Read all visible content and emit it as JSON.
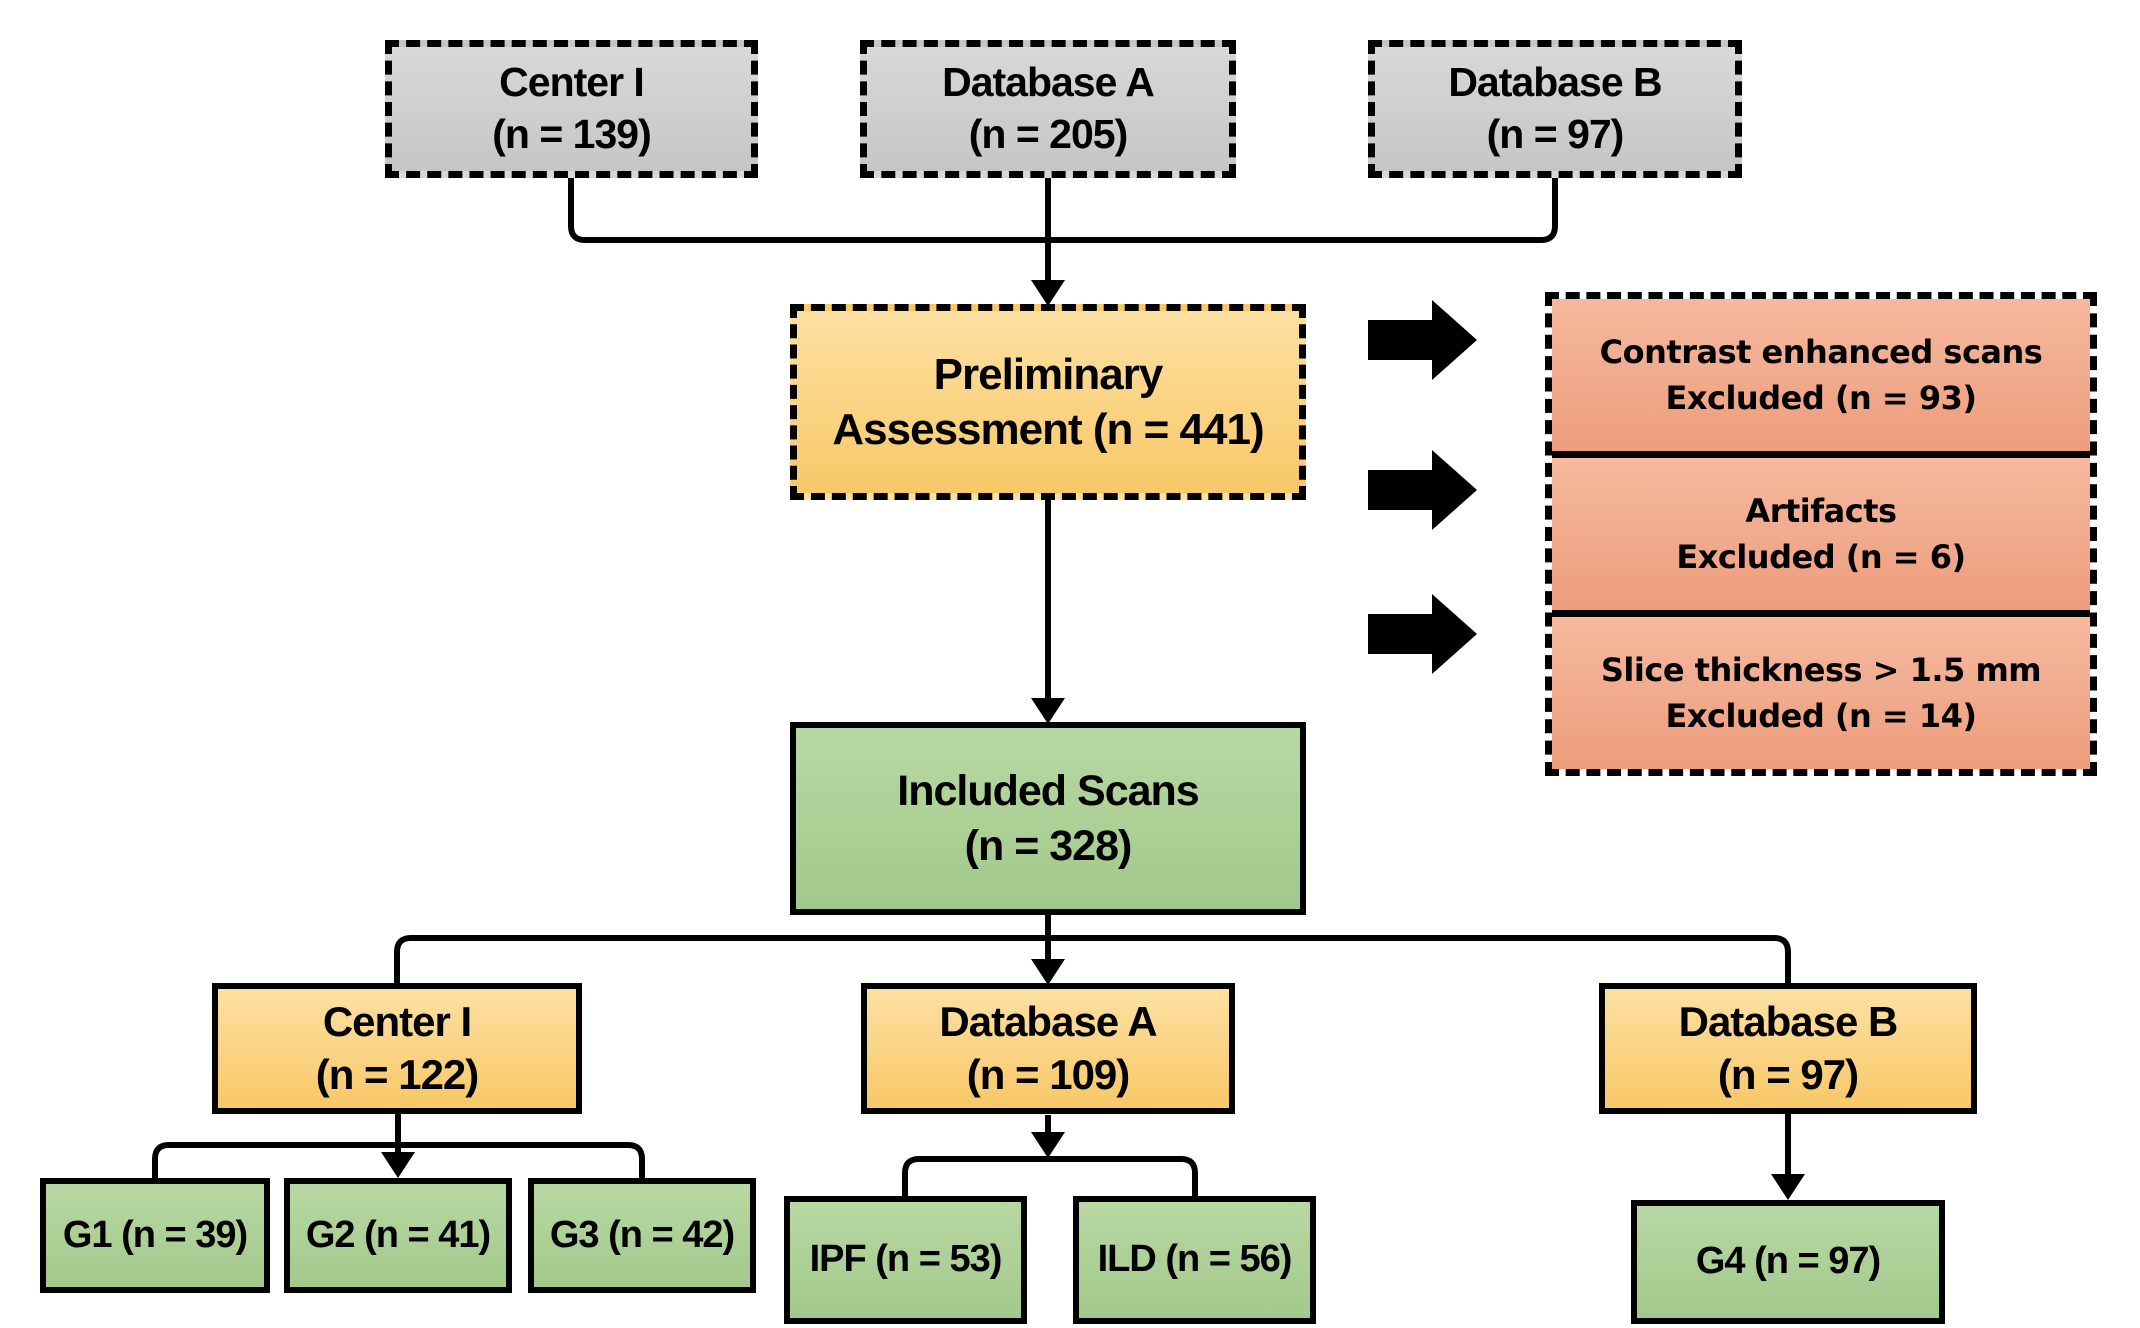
{
  "diagram": {
    "sources": [
      {
        "label": "Center I",
        "n": "(n = 139)"
      },
      {
        "label": "Database A",
        "n": "(n = 205)"
      },
      {
        "label": "Database B",
        "n": "(n = 97)"
      }
    ],
    "assessment": {
      "line1": "Preliminary",
      "line2": "Assessment (n = 441)"
    },
    "exclusions": [
      {
        "line1": "Contrast enhanced scans",
        "line2": "Excluded (n = 93)"
      },
      {
        "line1": "Artifacts",
        "line2": "Excluded (n = 6)"
      },
      {
        "line1": "Slice thickness > 1.5 mm",
        "line2": "Excluded (n = 14)"
      }
    ],
    "included": {
      "line1": "Included Scans",
      "line2": "(n = 328)"
    },
    "cohorts": [
      {
        "label": "Center I",
        "n": "(n = 122)"
      },
      {
        "label": "Database A",
        "n": "(n = 109)"
      },
      {
        "label": "Database B",
        "n": "(n = 97)"
      }
    ],
    "groups_center": [
      "G1 (n = 39)",
      "G2 (n = 41)",
      "G3 (n = 42)"
    ],
    "groups_database_a": [
      "IPF (n = 53)",
      "ILD (n = 56)"
    ],
    "groups_database_b": [
      "G4 (n = 97)"
    ],
    "colors": {
      "background": "#ffffff",
      "border": "#000000",
      "source_fill_top": "#d8d8d8",
      "source_fill_bottom": "#c6c6c6",
      "process_fill_top": "#fde0a2",
      "process_fill_bottom": "#f8c868",
      "included_fill_top": "#b8d8a3",
      "included_fill_bottom": "#a2c98b",
      "exclusion_fill_top": "#f5b99f",
      "exclusion_fill_bottom": "#ee9d7c"
    }
  }
}
